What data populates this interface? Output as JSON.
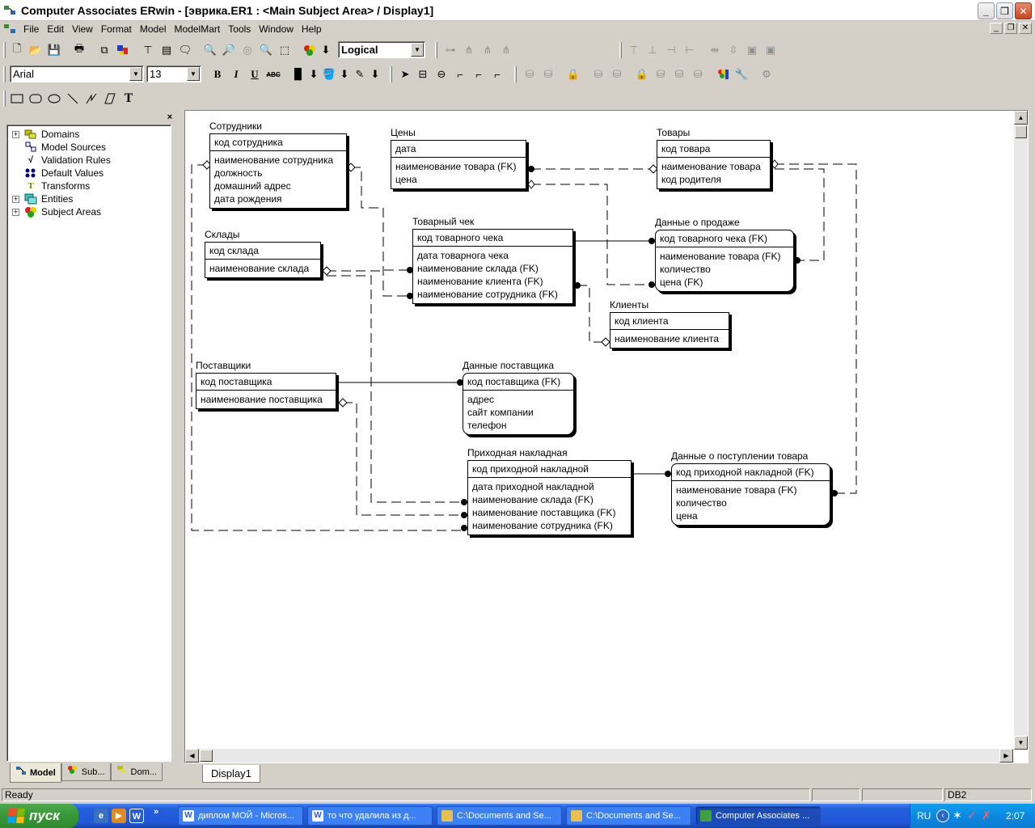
{
  "window": {
    "title": "Computer Associates ERwin - [эврика.ER1 : <Main Subject Area> / Display1]",
    "minimize": "_",
    "maximize": "❐",
    "close": "✕"
  },
  "menu": [
    "File",
    "Edit",
    "View",
    "Format",
    "Model",
    "ModelMart",
    "Tools",
    "Window",
    "Help"
  ],
  "mdi_buttons": [
    "_",
    "❐",
    "✕"
  ],
  "toolbar": {
    "view_level": "Logical",
    "font_name": "Arial",
    "font_size": "13",
    "bold": "B",
    "italic": "I",
    "underline": "U",
    "strike": "ABC",
    "text_tool": "T"
  },
  "tree": {
    "close": "×",
    "items": [
      {
        "label": "Domains",
        "expander": "+",
        "icon": "domains-icon",
        "color": "#808000"
      },
      {
        "label": "Model Sources",
        "expander": "",
        "icon": "model-sources-icon",
        "color": "#000080"
      },
      {
        "label": "Validation Rules",
        "expander": "",
        "icon": "validation-rules-icon",
        "color": "#000000"
      },
      {
        "label": "Default Values",
        "expander": "",
        "icon": "default-values-icon",
        "color": "#000080"
      },
      {
        "label": "Transforms",
        "expander": "",
        "icon": "transforms-icon",
        "color": "#808000"
      },
      {
        "label": "Entities",
        "expander": "+",
        "icon": "entities-icon",
        "color": "#008080"
      },
      {
        "label": "Subject Areas",
        "expander": "+",
        "icon": "subject-areas-icon",
        "color": "#ff0000"
      }
    ],
    "tabs": [
      "Model",
      "Sub...",
      "Dom..."
    ]
  },
  "diagram": {
    "tab": "Display1",
    "entities": [
      {
        "id": "sotrudniki",
        "title": "Сотрудники",
        "pk": [
          "код сотрудника"
        ],
        "attrs": [
          "наименование сотрудника",
          "должность",
          "домашний адрес",
          "дата рождения"
        ],
        "dependent": false
      },
      {
        "id": "ceny",
        "title": "Цены",
        "pk": [
          "дата"
        ],
        "attrs": [
          "наименование товара (FK)",
          "цена"
        ],
        "dependent": false
      },
      {
        "id": "tovary",
        "title": "Товары",
        "pk": [
          "код товара"
        ],
        "attrs": [
          "наименование товара",
          "код родителя"
        ],
        "dependent": false
      },
      {
        "id": "sklady",
        "title": "Склады",
        "pk": [
          "код склада"
        ],
        "attrs": [
          "наименование склада"
        ],
        "dependent": false
      },
      {
        "id": "chek",
        "title": "Товарный чек",
        "pk": [
          "код товарного чека"
        ],
        "attrs": [
          "дата товарнога чека",
          "наименование склада (FK)",
          "наименование клиента (FK)",
          "наименование сотрудника (FK)"
        ],
        "dependent": false
      },
      {
        "id": "prodazha",
        "title": "Данные о продаже",
        "pk": [
          "код товарного чека (FK)"
        ],
        "attrs": [
          "наименование товара (FK)",
          "количество",
          "цена (FK)"
        ],
        "dependent": true
      },
      {
        "id": "klienty",
        "title": "Клиенты",
        "pk": [
          "код клиента"
        ],
        "attrs": [
          "наименование клиента"
        ],
        "dependent": false
      },
      {
        "id": "postavshchiki",
        "title": "Поставщики",
        "pk": [
          "код поставщика"
        ],
        "attrs": [
          "наименование поставщика"
        ],
        "dependent": false
      },
      {
        "id": "dannye_post",
        "title": "Данные поставщика",
        "pk": [
          "код поставщика (FK)"
        ],
        "attrs": [
          "адрес",
          "сайт компании",
          "телефон"
        ],
        "dependent": true
      },
      {
        "id": "nakladnaya",
        "title": "Приходная накладная",
        "pk": [
          "код приходной накладной"
        ],
        "attrs": [
          "дата приходной накладной",
          "наименование склада (FK)",
          "наименование поставщика (FK)",
          "наименование сотрудника (FK)"
        ],
        "dependent": false
      },
      {
        "id": "postuplenie",
        "title": "Данные о поступлении товара",
        "pk": [
          "код приходной накладной (FK)"
        ],
        "attrs": [
          "наименование товара (FK)",
          "количество",
          "цена"
        ],
        "dependent": true
      }
    ]
  },
  "status": {
    "text": "Ready",
    "db": "DB2"
  },
  "taskbar": {
    "start": "пуск",
    "tasks": [
      {
        "label": "диплом МОЙ - Micros...",
        "color": "#2a5bd7"
      },
      {
        "label": "то что удалила из д...",
        "color": "#2a5bd7"
      },
      {
        "label": "C:\\Documents and Se...",
        "color": "#e8c050"
      },
      {
        "label": "C:\\Documents and Se...",
        "color": "#e8c050"
      },
      {
        "label": "Computer Associates ...",
        "color": "#40a040",
        "active": true
      }
    ],
    "lang": "RU",
    "clock": "2:07"
  }
}
